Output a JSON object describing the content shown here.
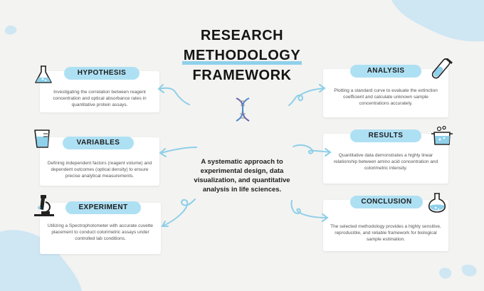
{
  "title": {
    "line1": "RESEARCH",
    "line2": "METHODOLOGY",
    "line3": "FRAMEWORK"
  },
  "center": {
    "text": "A systematic approach to experimental design, data visualization, and quantitative analysis in life sciences."
  },
  "colors": {
    "accent": "#aee0f4",
    "arrow": "#8ecfe8",
    "highlight": "#8fd0ea",
    "text": "#151515"
  },
  "steps": {
    "hypothesis": {
      "label": "HYPOTHESIS",
      "icon": "flask-icon",
      "text": "Investigating the correlation between reagent concentration and optical absorbance rates in quantitative protein assays."
    },
    "variables": {
      "label": "VARIABLES",
      "icon": "beaker-icon",
      "text": "Defining independent factors (reagent volume) and dependent outcomes (optical density) to ensure precise analytical measurements."
    },
    "experiment": {
      "label": "EXPERIMENT",
      "icon": "microscope-icon",
      "text": "Utilizing a Spectrophotometer with accurate cuvette placement to conduct colorimetric assays under controlled lab conditions."
    },
    "analysis": {
      "label": "ANALYSIS",
      "icon": "test-tube-icon",
      "text": "Plotting a standard curve to evaluate the extinction coefficient and calculate unknown sample concentrations accurately."
    },
    "results": {
      "label": "RESULTS",
      "icon": "bubbling-pot-icon",
      "text": "Quantitative data demonstrates a highly linear relationship between amino acid concentration and colorimetric intensity."
    },
    "conclusion": {
      "label": "CONCLUSION",
      "icon": "round-flask-icon",
      "text": "The selected methodology provides a highly sensitive, reproducible, and reliable framework for biological sample estimation."
    }
  }
}
